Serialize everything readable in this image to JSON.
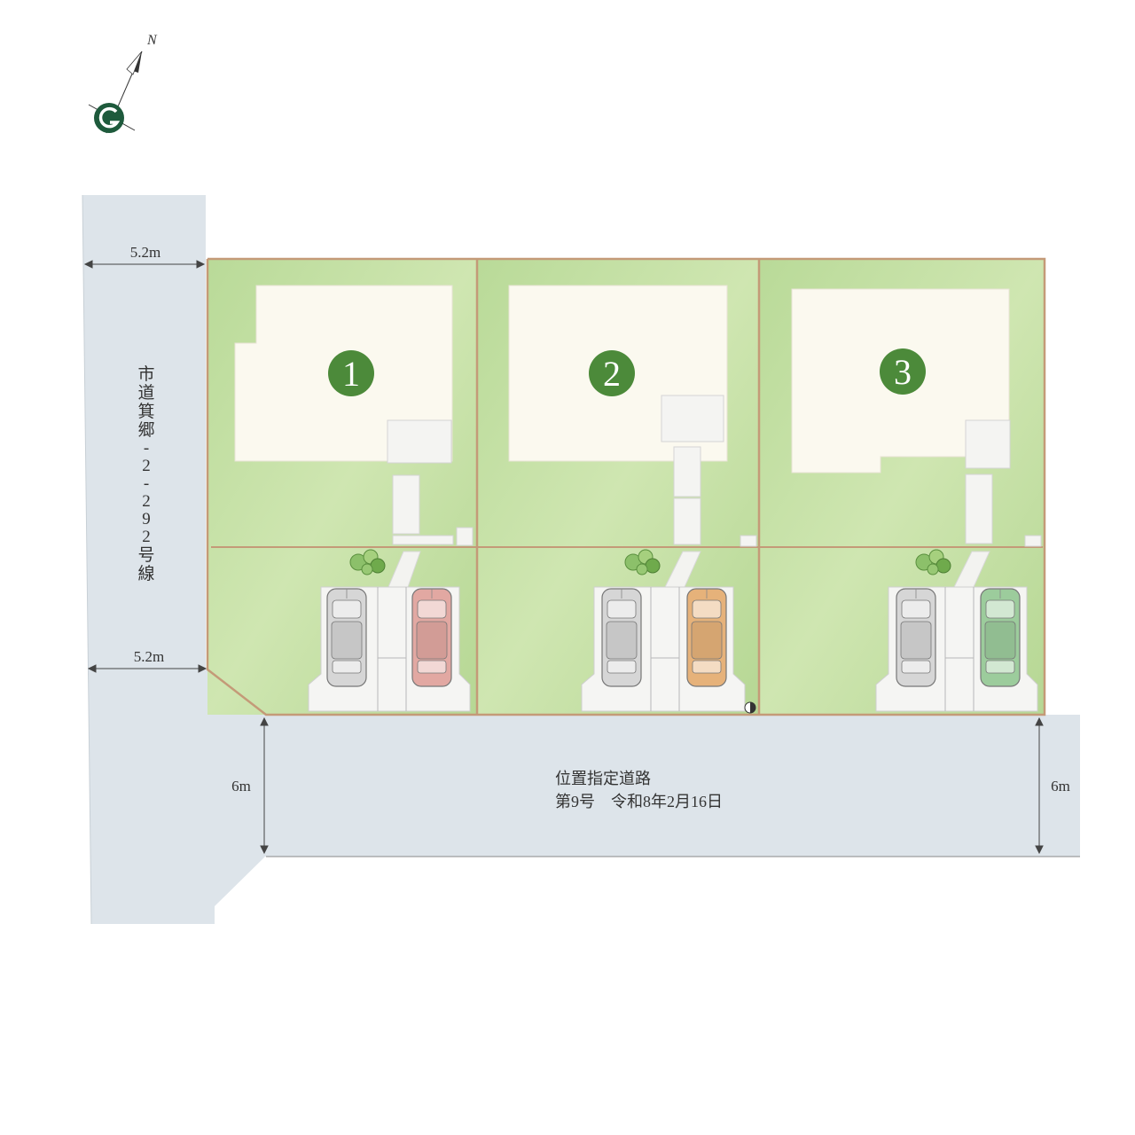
{
  "compass": {
    "north_label": "N",
    "icon": "north-arrow-icon",
    "color": "#1e5a3c"
  },
  "roads": {
    "city_road": {
      "name_vertical": [
        "市",
        "道",
        "箕",
        "郷",
        "-",
        "2",
        "-",
        "2",
        "9",
        "2",
        "号",
        "線"
      ],
      "width_top": "5.2m",
      "width_bottom": "5.2m"
    },
    "designated_road": {
      "line1": "位置指定道路",
      "line2": "第9号　令和8年2月16日",
      "width_left": "6m",
      "width_right": "6m"
    }
  },
  "lots": [
    {
      "number": "1",
      "car_colors": [
        "#d6d6d6",
        "#e2a8a2"
      ]
    },
    {
      "number": "2",
      "car_colors": [
        "#d6d6d6",
        "#e6b27a"
      ]
    },
    {
      "number": "3",
      "car_colors": [
        "#d6d6d6",
        "#9ccc9c"
      ]
    }
  ],
  "colors": {
    "lawn": "#bedd9e",
    "building": "#fbf9ef",
    "road": "#dde4ea",
    "boundary": "#c9a27e",
    "lot_badge": "#4c8a3a"
  }
}
